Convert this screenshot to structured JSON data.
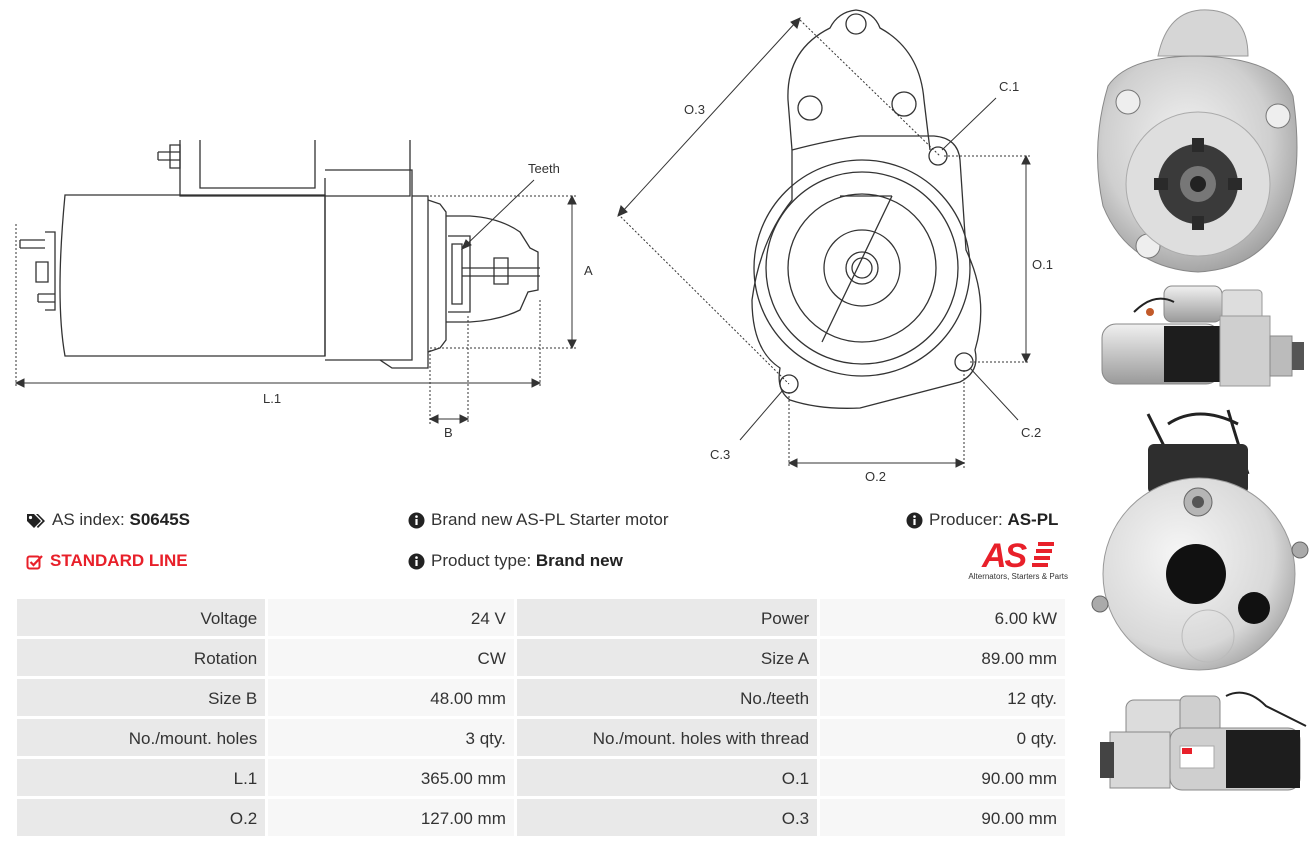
{
  "drawing": {
    "labels": {
      "teeth": "Teeth",
      "a": "A",
      "b": "B",
      "l1": "L.1",
      "o1": "O.1",
      "o2": "O.2",
      "o3": "O.3",
      "c1": "C.1",
      "c2": "C.2",
      "c3": "C.3"
    }
  },
  "info": {
    "as_index_label": "AS index:",
    "as_index_value": "S0645S",
    "line_label": "STANDARD LINE",
    "description": "Brand new AS-PL Starter motor",
    "product_type_label": "Product type:",
    "product_type_value": "Brand new",
    "producer_label": "Producer:",
    "producer_value": "AS-PL",
    "logo_text": "AS",
    "logo_tagline": "Alternators, Starters & Parts"
  },
  "specs": [
    {
      "k1": "Voltage",
      "v1": "24 V",
      "k2": "Power",
      "v2": "6.00 kW"
    },
    {
      "k1": "Rotation",
      "v1": "CW",
      "k2": "Size A",
      "v2": "89.00 mm"
    },
    {
      "k1": "Size B",
      "v1": "48.00 mm",
      "k2": "No./teeth",
      "v2": "12 qty."
    },
    {
      "k1": "No./mount. holes",
      "v1": "3 qty.",
      "k2": "No./mount. holes with thread",
      "v2": "0 qty."
    },
    {
      "k1": "L.1",
      "v1": "365.00 mm",
      "k2": "O.1",
      "v2": "90.00 mm"
    },
    {
      "k1": "O.2",
      "v1": "127.00 mm",
      "k2": "O.3",
      "v2": "90.00 mm"
    }
  ],
  "colors": {
    "accent_red": "#e8202a",
    "key_cell": "#e9e9e9",
    "value_cell": "#f7f7f7"
  }
}
